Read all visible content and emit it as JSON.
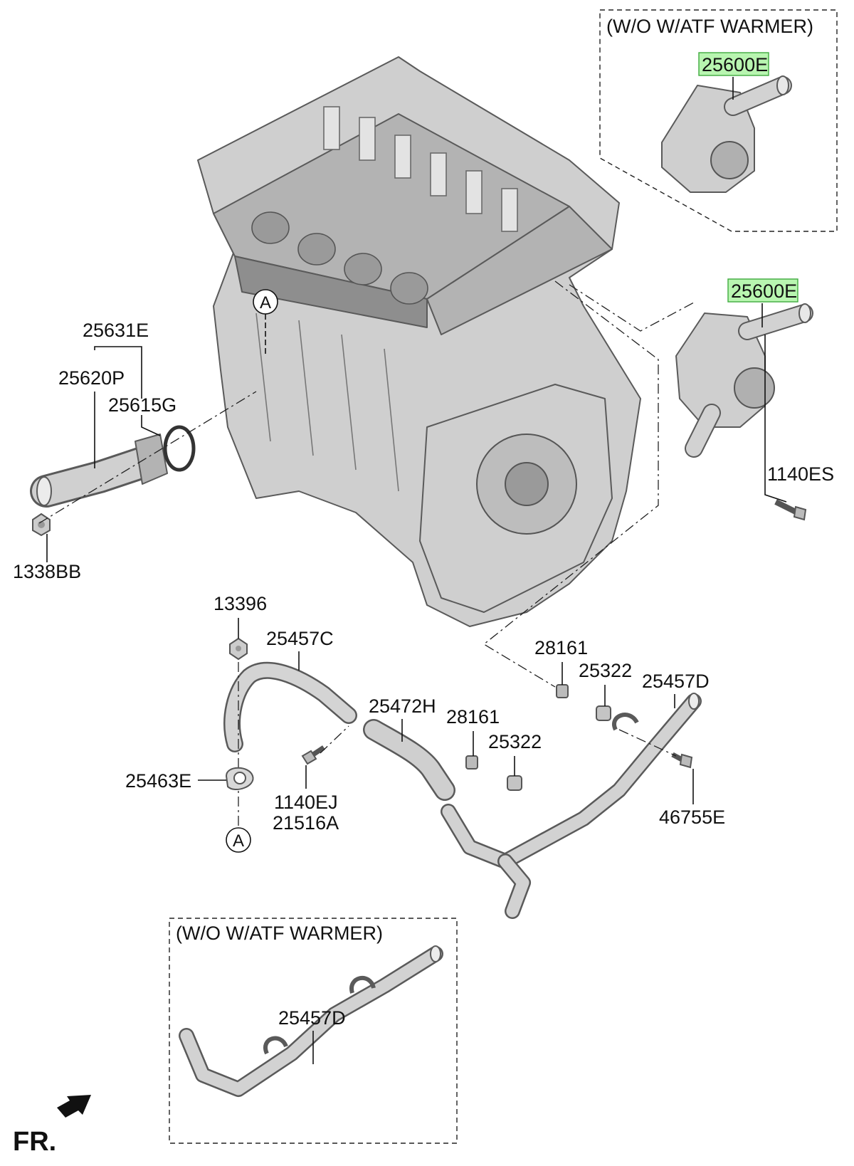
{
  "box_labels": {
    "top_right": "(W/O W/ATF WARMER)",
    "bottom_left": "(W/O W/ATF WARMER)"
  },
  "part_labels": {
    "p25600E_a": "25600E",
    "p25600E_b": "25600E",
    "p1140ES": "1140ES",
    "p25631E": "25631E",
    "p25620P": "25620P",
    "p25615G": "25615G",
    "p1338BB": "1338BB",
    "p13396": "13396",
    "p25457C": "25457C",
    "p28161_a": "28161",
    "p25322_a": "25322",
    "p25457D_a": "25457D",
    "p25472H": "25472H",
    "p28161_b": "28161",
    "p25322_b": "25322",
    "p25463E": "25463E",
    "p1140EJ": "1140EJ",
    "p21516A": "21516A",
    "p46755E": "46755E",
    "p25457D_b": "25457D"
  },
  "ref_markers": {
    "top": "A",
    "bottom": "A"
  },
  "direction": {
    "label": "FR."
  },
  "colors": {
    "highlight_fill": "#b8f5b0",
    "highlight_stroke": "#3faa3f",
    "engine_gray": "#cfcfcf"
  }
}
